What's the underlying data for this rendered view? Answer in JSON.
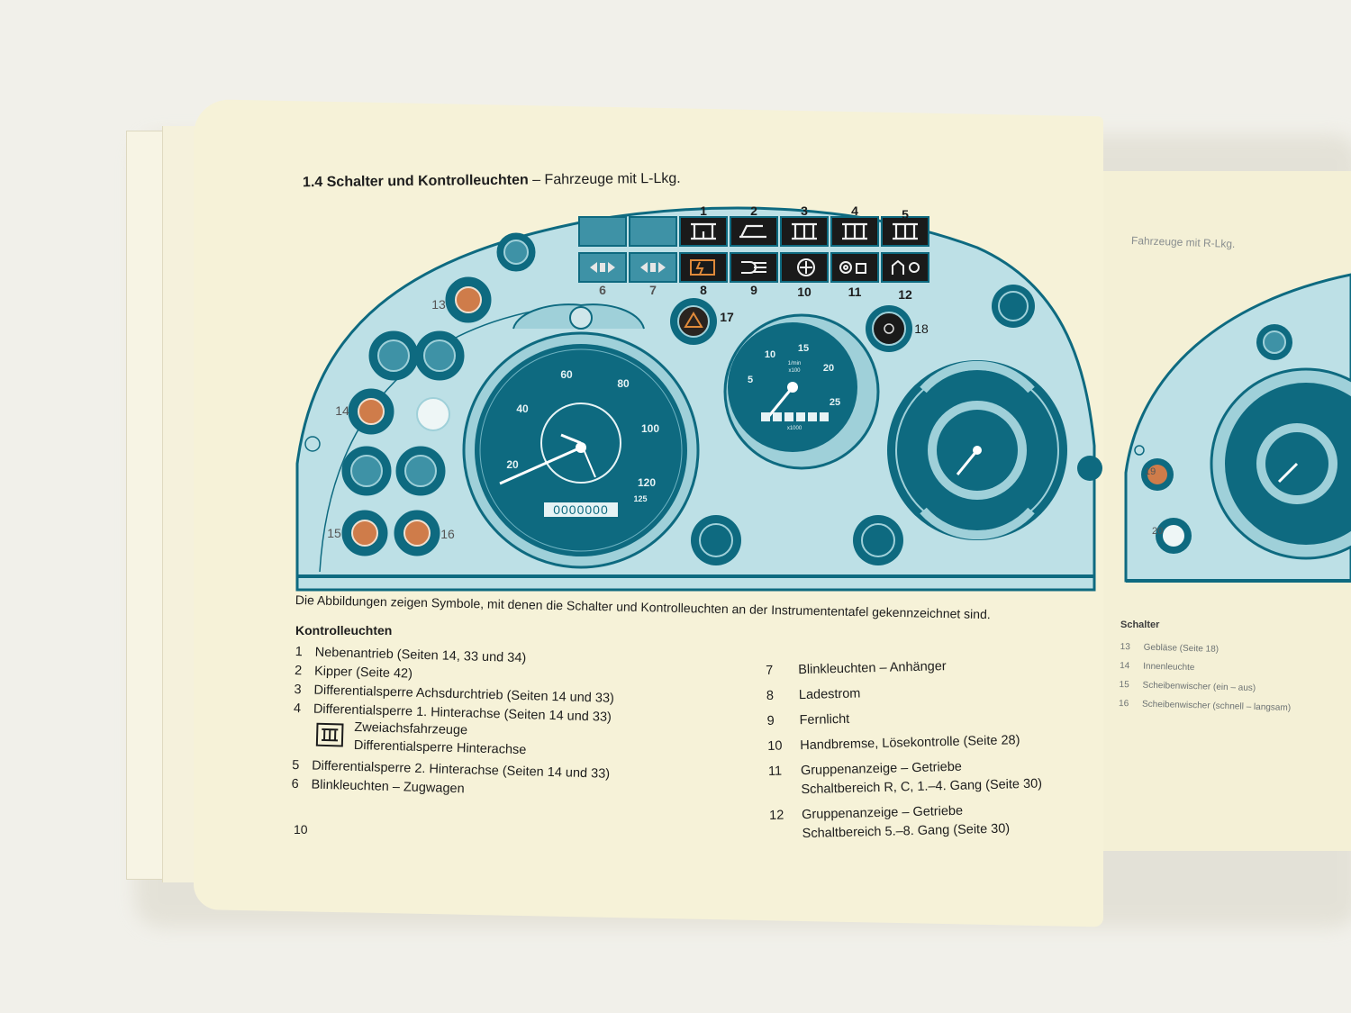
{
  "page_title": {
    "number": "1.4",
    "bold": "Schalter und Kontrolleuchten",
    "light": "– Fahrzeuge mit L-Lkg."
  },
  "indicator_numbers": [
    "1",
    "2",
    "3",
    "4",
    "5",
    "6",
    "7",
    "8",
    "9",
    "10",
    "11",
    "12"
  ],
  "dash_numbers": {
    "n13": "13",
    "n14": "14",
    "n15": "15",
    "n16": "16",
    "n17": "17",
    "n18": "18"
  },
  "speedo_ticks": [
    "20",
    "40",
    "60",
    "80",
    "100",
    "120",
    "125"
  ],
  "tacho": {
    "ticks": [
      "5",
      "10",
      "15",
      "20",
      "25"
    ],
    "unit_top": "1/min",
    "unit_mid": "x100",
    "unit_bot": "x1000"
  },
  "odometer": "0000000",
  "caption": "Die Abbildungen zeigen Symbole, mit denen die Schalter und Kontrolleuchten an der Instrumententafel gekennzeichnet sind.",
  "kontrolleuchten_heading": "Kontrolleuchten",
  "list_left": [
    {
      "n": "1",
      "t": "Nebenantrieb (Seiten 14, 33 und 34)"
    },
    {
      "n": "2",
      "t": "Kipper (Seite 42)"
    },
    {
      "n": "3",
      "t": "Differentialsperre Achsdurchtrieb (Seiten 14 und 33)"
    },
    {
      "n": "4",
      "t": "Differentialsperre 1. Hinterachse (Seiten 14 und 33)"
    }
  ],
  "subnote": {
    "line1": "Zweiachsfahrzeuge",
    "line2": "Differentialsperre Hinterachse"
  },
  "list_left2": [
    {
      "n": "5",
      "t": "Differentialsperre 2. Hinterachse (Seiten 14 und 33)"
    },
    {
      "n": "6",
      "t": "Blinkleuchten – Zugwagen"
    }
  ],
  "list_right": [
    {
      "n": "7",
      "t": "Blinkleuchten – Anhänger"
    },
    {
      "n": "8",
      "t": "Ladestrom"
    },
    {
      "n": "9",
      "t": "Fernlicht"
    },
    {
      "n": "10",
      "t": "Handbremse, Lösekontrolle (Seite 28)"
    },
    {
      "n": "11",
      "t": "Gruppenanzeige – Getriebe",
      "t2": "Schaltbereich R, C, 1.–4. Gang (Seite 30)"
    },
    {
      "n": "12",
      "t": "Gruppenanzeige – Getriebe",
      "t2": "Schaltbereich 5.–8. Gang (Seite 30)"
    }
  ],
  "page_number": "10",
  "right_page": {
    "title": "Fahrzeuge mit R-Lkg.",
    "dash_numbers": {
      "n19": "19",
      "n20": "20"
    },
    "heading": "Schalter",
    "items": [
      {
        "n": "13",
        "t": "Gebläse (Seite 18)"
      },
      {
        "n": "14",
        "t": "Innenleuchte"
      },
      {
        "n": "15",
        "t": "Scheibenwischer (ein – aus)"
      },
      {
        "n": "16",
        "t": "Scheibenwischer (schnell – langsam)"
      }
    ]
  },
  "colors": {
    "teal": "#0e6a80",
    "light_teal": "#9fd0d9",
    "mid_teal": "#3e92a6",
    "panel": "#bde0e6",
    "paper": "#f6f2d8",
    "ink": "#1d1d1d"
  }
}
